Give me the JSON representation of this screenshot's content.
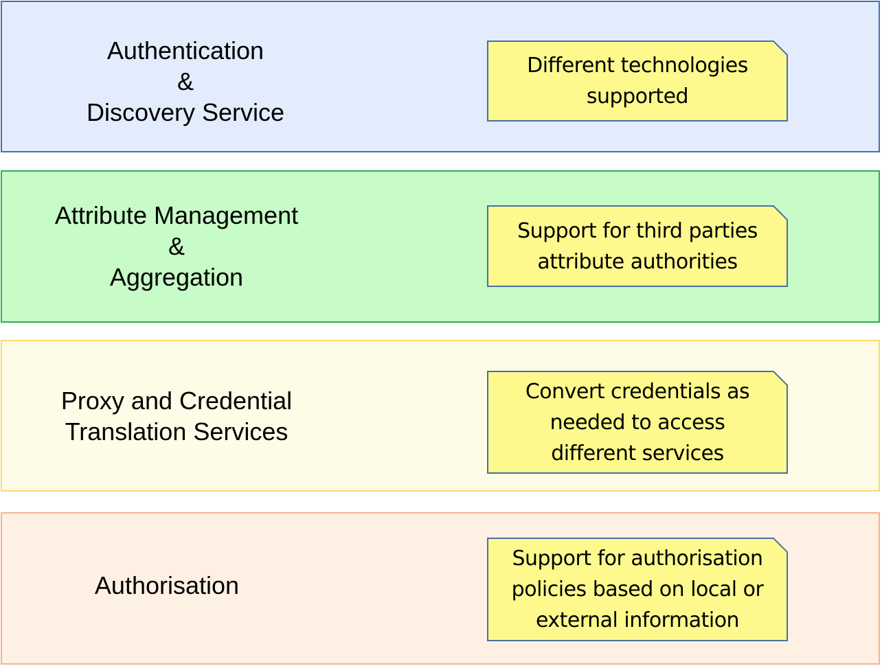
{
  "colors": {
    "layer_1_fill": "#e3ecfd",
    "layer_1_border": "#4472a8",
    "layer_2_fill": "#c7fbc7",
    "layer_2_border": "#27b24a",
    "layer_3_fill": "#fefce6",
    "layer_3_border": "#fada6e",
    "layer_4_fill": "#fff0e4",
    "layer_4_border": "#f5b38c",
    "note_fill": "#fdf98d",
    "note_border": "#4a6ea1"
  },
  "layers": [
    {
      "title_lines": [
        "Authentication",
        "&",
        "Discovery Service"
      ],
      "note_lines": [
        "Different technologies",
        "supported"
      ]
    },
    {
      "title_lines": [
        "Attribute Management",
        "&",
        "Aggregation"
      ],
      "note_lines": [
        "Support for third parties",
        "attribute authorities"
      ]
    },
    {
      "title_lines": [
        "Proxy and Credential",
        "Translation Services"
      ],
      "note_lines": [
        "Convert credentials as",
        "needed to access",
        "different services"
      ]
    },
    {
      "title_lines": [
        "Authorisation"
      ],
      "note_lines": [
        "Support for authorisation",
        "policies based on local or",
        "external information"
      ]
    }
  ]
}
